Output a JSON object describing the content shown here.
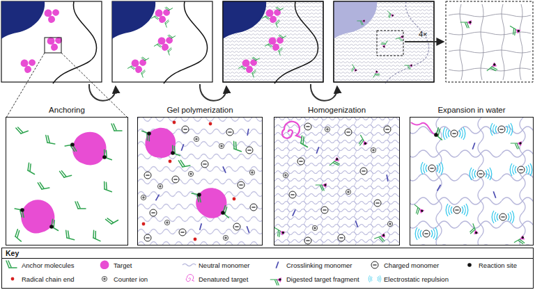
{
  "diagram": {
    "nodes": [
      {
        "text": [
          "Anchoring"
        ]
      },
      {
        "text": [
          "Gel polymerization"
        ]
      },
      {
        "text": [
          "Homogenization"
        ]
      },
      {
        "text": [
          "Expansion in water"
        ]
      },
      {
        "text": [
          "Key"
        ]
      }
    ],
    "labels": [
      "4×"
    ],
    "legend": [
      {
        "text": "Anchor molecules"
      },
      {
        "text": "Target"
      },
      {
        "text": "Neutral monomer"
      },
      {
        "text": "Crosslinking monomer"
      },
      {
        "text": "Charged monomer"
      },
      {
        "text": "Reaction site"
      },
      {
        "text": "Radical chain end"
      },
      {
        "text": "Counter ion"
      },
      {
        "text": "Denatured target"
      },
      {
        "text": "Digested target fragment"
      },
      {
        "text": "Electrostatic repulsion"
      }
    ]
  }
}
